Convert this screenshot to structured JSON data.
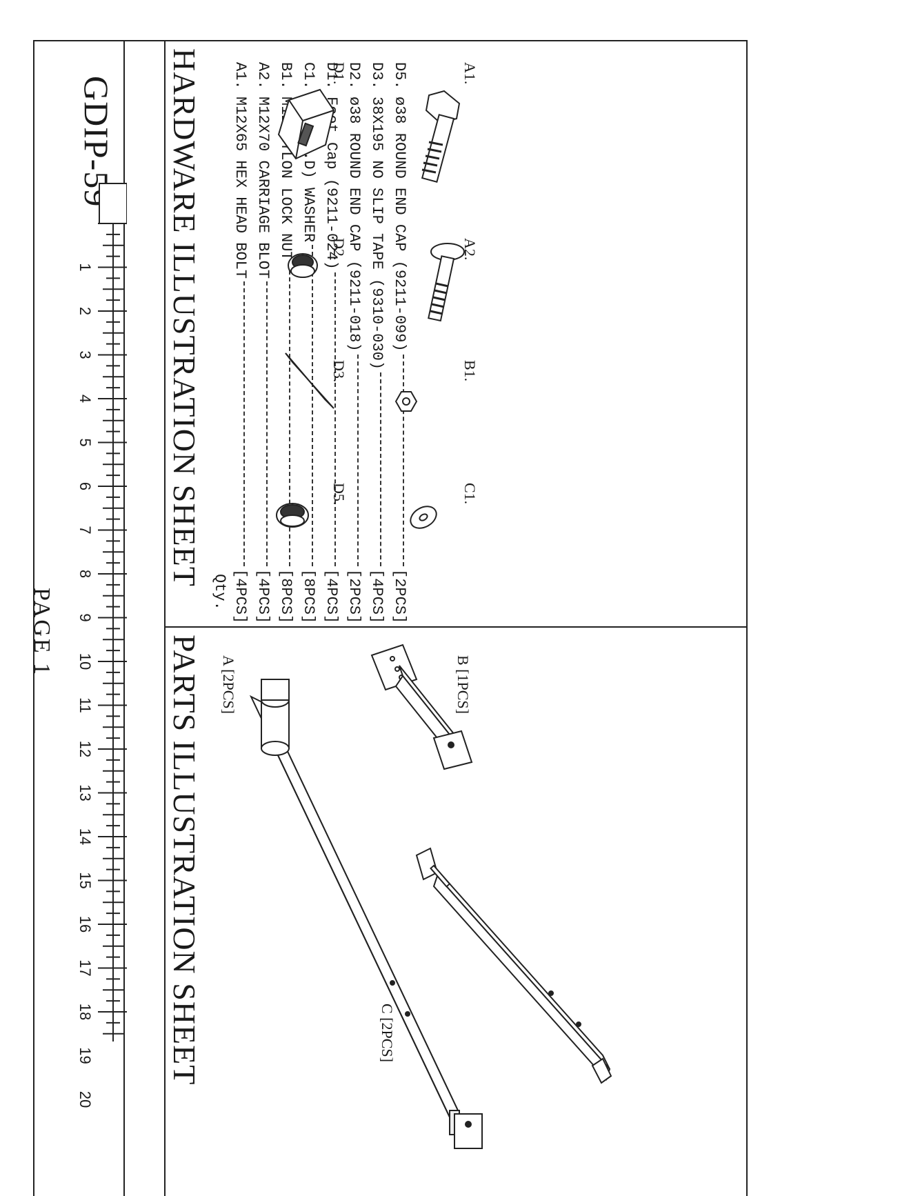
{
  "header": {
    "model": "GDIP-59"
  },
  "hardware": {
    "title": "HARDWARE ILLUSTRATION SHEET",
    "qty_header": "Qty.",
    "items": [
      {
        "code": "A1.",
        "desc": "M12X65 HEX HEAD BOLT",
        "qty": "[4PCS]"
      },
      {
        "code": "A2.",
        "desc": "M12X70 CARRIAGE BLOT",
        "qty": "[4PCS]"
      },
      {
        "code": "B1.",
        "desc": "M12 NYLON LOCK NUT",
        "qty": "[8PCS]"
      },
      {
        "code": "C1.",
        "desc": "M12 (I.D) WASHER",
        "qty": "[8PCS]"
      },
      {
        "code": "D1.",
        "desc": "Foot Cap (9211-024)",
        "qty": "[4PCS]"
      },
      {
        "code": "D2.",
        "desc": "ø38 ROUND END CAP (9211-018)",
        "qty": "[2PCS]"
      },
      {
        "code": "D3.",
        "desc": "38X195 NO SLIP TAPE (9310-030)",
        "qty": "[4PCS]"
      },
      {
        "code": "D5.",
        "desc": "ø38 ROUND END CAP (9211-099)",
        "qty": "[2PCS]"
      }
    ],
    "illustrations": [
      "A1.",
      "A2.",
      "B1.",
      "C1.",
      "D1.",
      "D2.",
      "D3.",
      "D5."
    ]
  },
  "parts": {
    "title": "PARTS ILLUSTRATION SHEET",
    "a_label": "A [2PCS]",
    "b_label": "B [1PCS]",
    "c_label": "C [2PCS]"
  },
  "ruler": {
    "numbers": [
      "1",
      "2",
      "3",
      "4",
      "5",
      "6",
      "7",
      "8",
      "9",
      "10",
      "11",
      "12",
      "13",
      "14",
      "15",
      "16",
      "17",
      "18",
      "19",
      "20"
    ]
  },
  "footer": {
    "page": "PAGE 1"
  }
}
